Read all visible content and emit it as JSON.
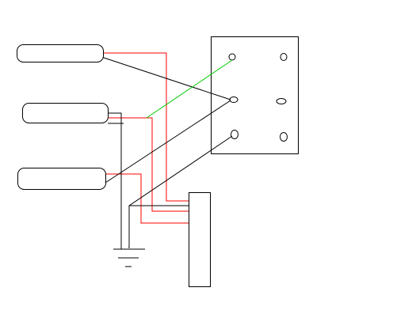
{
  "diagram": {
    "colors": {
      "background": "#ffffff",
      "outline": "#000000",
      "hot_wire": "#ff0000",
      "ground_wire": "#000000",
      "jumper_wire": "#00cc00"
    },
    "components": [
      {
        "name": "neck-pickup",
        "shape": "rounded-rectangle"
      },
      {
        "name": "middle-pickup",
        "shape": "rounded-rectangle"
      },
      {
        "name": "bridge-pickup",
        "shape": "rounded-rectangle"
      },
      {
        "name": "selector-switch",
        "shape": "rectangle",
        "lugs": 6
      },
      {
        "name": "output-jack-plate",
        "shape": "rectangle"
      },
      {
        "name": "ground-symbol",
        "shape": "ground"
      }
    ],
    "wires": [
      {
        "from": "neck-pickup",
        "to": "output-jack-plate",
        "color": "hot_wire"
      },
      {
        "from": "middle-pickup",
        "to": "output-jack-plate",
        "color": "hot_wire"
      },
      {
        "from": "bridge-pickup",
        "to": "output-jack-plate",
        "color": "hot_wire"
      },
      {
        "from": "neck-pickup",
        "to": "selector-switch",
        "color": "ground_wire"
      },
      {
        "from": "bridge-pickup",
        "to": "selector-switch",
        "color": "ground_wire"
      },
      {
        "from": "output-jack-plate",
        "to": "selector-switch",
        "color": "ground_wire"
      },
      {
        "from": "middle-pickup",
        "to": "ground-symbol",
        "color": "ground_wire"
      },
      {
        "from": "middle-pickup",
        "to": "selector-switch",
        "color": "jumper_wire"
      }
    ]
  }
}
